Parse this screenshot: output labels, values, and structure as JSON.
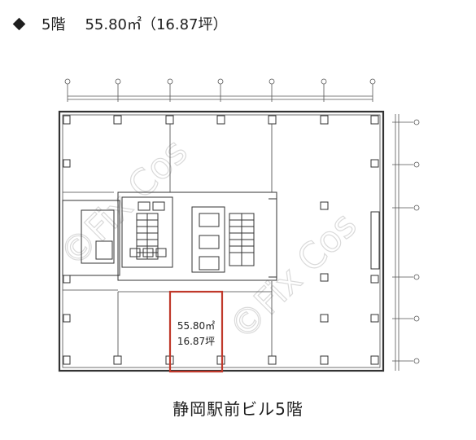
{
  "header": {
    "floor": "5階",
    "area": "55.80㎡（16.87坪）"
  },
  "unit": {
    "area_m2": "55.80㎡",
    "area_tsubo": "16.87坪",
    "highlight_color": "#c0392b"
  },
  "watermark": "©Fix Cos",
  "footer_title": "静岡駅前ビル5階",
  "colors": {
    "line": "#333333",
    "light_line": "#777777",
    "accent": "#c0392b"
  }
}
